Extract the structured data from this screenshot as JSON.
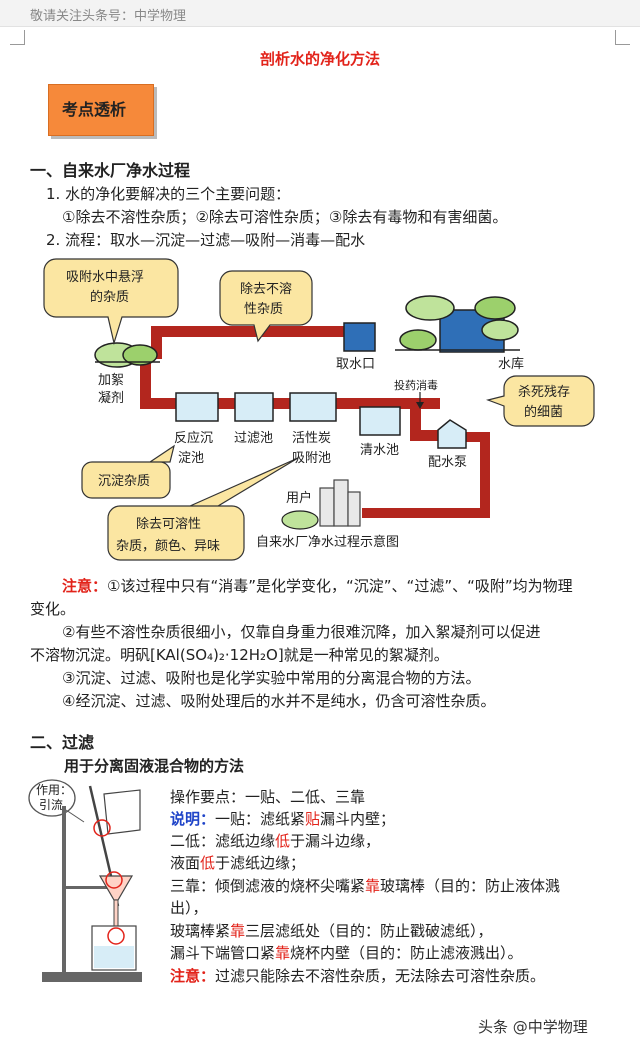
{
  "header": {
    "text": "敬请关注头条号：中学物理"
  },
  "doc": {
    "title": "剖析水的净化方法",
    "tag": "考点透析"
  },
  "section1": {
    "heading": "一、自来水厂净水过程",
    "item1": "1.  水的净化要解决的三个主要问题：",
    "item1_sub": "①除去不溶性杂质；②除去可溶性杂质；③除去有毒物和有害细菌。",
    "item2": "2.  流程：取水—沉淀—过滤—吸附—消毒—配水"
  },
  "diagram": {
    "callout_suspended_1": "吸附水中悬浮",
    "callout_suspended_2": "的杂质",
    "callout_insoluble_1": "除去不溶",
    "callout_insoluble_2": "性杂质",
    "callout_kill_1": "杀死残存",
    "callout_kill_2": "的细菌",
    "callout_sediment": "沉淀杂质",
    "callout_soluble_1": "除去可溶性",
    "callout_soluble_2": "杂质，颜色、异味",
    "label_intake": "取水口",
    "label_reservoir": "水库",
    "label_flocculant_1": "加絮",
    "label_flocculant_2": "凝剂",
    "label_disinfect": "投药消毒",
    "label_reaction_1": "反应沉",
    "label_reaction_2": "淀池",
    "label_filter": "过滤池",
    "label_carbon_1": "活性炭",
    "label_carbon_2": "吸附池",
    "label_clear": "清水池",
    "label_pump": "配水泵",
    "label_user": "用户",
    "caption": "自来水厂净水过程示意图"
  },
  "notes": {
    "label": "注意：",
    "n1a": "①该过程中只有“消毒”是化学变化，“沉淀”、“过滤”、“吸附”均为物理",
    "n1b": "变化。",
    "n2a": "②有些不溶性杂质很细小，仅靠自身重力很难沉降，加入絮凝剂可以促进",
    "n2b": "不溶物沉淀。明矾[KAl(SO₄)₂·12H₂O]就是一种常见的絮凝剂。",
    "n3": "③沉淀、过滤、吸附也是化学实验中常用的分离混合物的方法。",
    "n4": "④经沉淀、过滤、吸附处理后的水并不是纯水，仍含可溶性杂质。"
  },
  "section2": {
    "heading": "二、过滤",
    "subheading": "用于分离固液混合物的方法",
    "callout_1": "作用：",
    "callout_2": "引流",
    "points": "操作要点：一贴、二低、三靠",
    "explain_label": "说明：",
    "yitie_pre": "一贴：滤纸紧",
    "yitie_key": "贴",
    "yitie_post": "漏斗内壁；",
    "erdi1_pre": "二低：滤纸边缘",
    "erdi1_key": "低",
    "erdi1_post": "于漏斗边缘，",
    "erdi2_pre": "液面",
    "erdi2_key": "低",
    "erdi2_post": "于滤纸边缘；",
    "sankao1_pre": "三靠：倾倒滤液的烧杯尖嘴紧",
    "sankao1_key": "靠",
    "sankao1_post": "玻璃棒（目的：防止液体溅",
    "sankao1_cont": "出），",
    "sankao2_pre": "玻璃棒紧",
    "sankao2_key": "靠",
    "sankao2_post": "三层滤纸处（目的：防止戳破滤纸），",
    "sankao3_pre": "漏斗下端管口紧",
    "sankao3_key": "靠",
    "sankao3_post": "烧杯内壁（目的：防止滤液溅出）。",
    "note_label": "注意：",
    "note_text": "过滤只能除去不溶性杂质，无法除去可溶性杂质。"
  },
  "footer": {
    "text": "头条 @中学物理"
  },
  "colors": {
    "red": "#e2231a",
    "pipe": "#b3261e",
    "callout": "#fbe6a2",
    "orange": "#f6893a",
    "blue": "#1f44c8"
  }
}
